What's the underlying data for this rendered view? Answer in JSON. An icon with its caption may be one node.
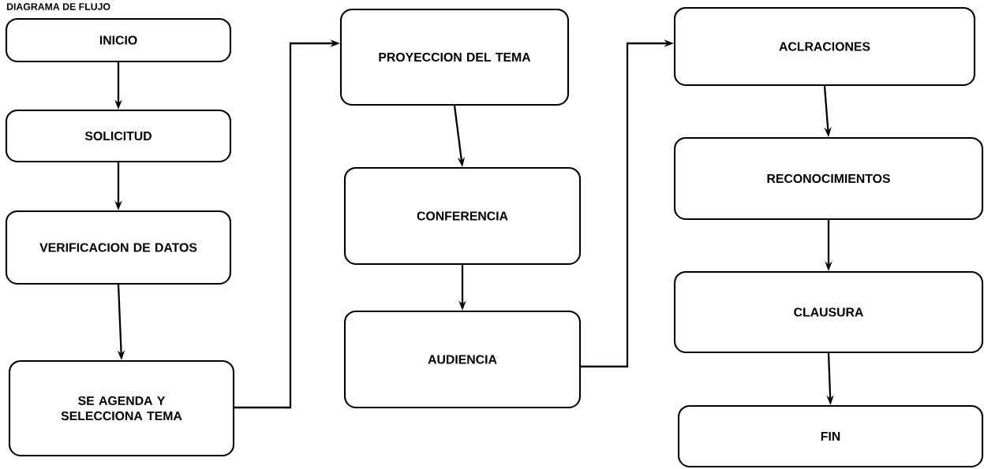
{
  "diagram": {
    "title": "DIAGRAMA DE FLUJO",
    "nodes": [
      {
        "text": [
          "INICIO"
        ]
      },
      {
        "text": [
          "SOLICITUD"
        ]
      },
      {
        "text": [
          "VERIFICACION DE DATOS"
        ]
      },
      {
        "text": [
          "SE AGENDA Y SELECCIONA TEMA"
        ]
      },
      {
        "text": [
          "PROYECCION DEL TEMA"
        ]
      },
      {
        "text": [
          "CONFERENCIA"
        ]
      },
      {
        "text": [
          "AUDIENCIA"
        ]
      },
      {
        "text": [
          "ACLRACIONES"
        ]
      },
      {
        "text": [
          "RECONOCIMIENTOS"
        ]
      },
      {
        "text": [
          "CLAUSURA"
        ]
      },
      {
        "text": [
          "FIN"
        ]
      }
    ],
    "edges": [
      {
        "from": 0,
        "to": 1,
        "arrow": "to"
      },
      {
        "from": 1,
        "to": 2,
        "arrow": "to"
      },
      {
        "from": 2,
        "to": 3,
        "arrow": "to"
      },
      {
        "from": 3,
        "to": 4,
        "arrow": "to"
      },
      {
        "from": 4,
        "to": 5,
        "arrow": "to"
      },
      {
        "from": 5,
        "to": 6,
        "arrow": "to"
      },
      {
        "from": 6,
        "to": 7,
        "arrow": "to"
      },
      {
        "from": 7,
        "to": 8,
        "arrow": "to"
      },
      {
        "from": 8,
        "to": 9,
        "arrow": "to"
      },
      {
        "from": 9,
        "to": 10,
        "arrow": "to"
      }
    ]
  }
}
